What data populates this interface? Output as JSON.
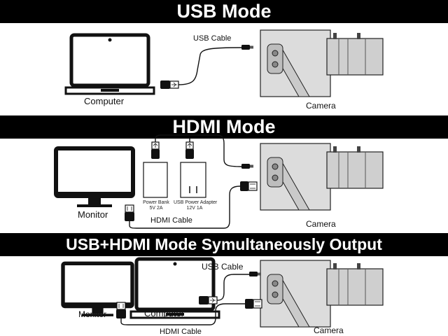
{
  "banners": {
    "usb_mode": "USB Mode",
    "hdmi_mode": "HDMI Mode",
    "combined_mode": "USB+HDMI Mode Symultaneously Output"
  },
  "usb_section": {
    "computer_label": "Computer",
    "cable_label": "USB Cable",
    "camera_label": "Camera"
  },
  "hdmi_section": {
    "monitor_label": "Monitor",
    "power_bank_line1": "Power Bank",
    "power_bank_line2": "5V 2A",
    "adapter_line1": "USB Power Adapter",
    "adapter_line2": "12V 1A",
    "cable_label": "HDMI Cable",
    "camera_label": "Camera"
  },
  "combined_section": {
    "monitor_label": "Monitor",
    "computer_label": "Computer",
    "usb_cable_label": "USB Cable",
    "hdmi_cable_label": "HDMI Cable",
    "camera_label": "Camera"
  },
  "colors": {
    "banner_bg": "#000000",
    "banner_text": "#ffffff",
    "line_art": "#111111",
    "camera_body": "#d9d9d9"
  }
}
